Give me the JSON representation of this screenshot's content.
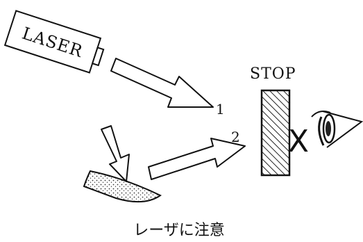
{
  "diagram": {
    "laser_label": "LASER",
    "stop_label": "STOP",
    "arrow_1_label": "1",
    "arrow_2_label": "2",
    "blocked_mark": "X",
    "caption": "レーザに注意"
  }
}
